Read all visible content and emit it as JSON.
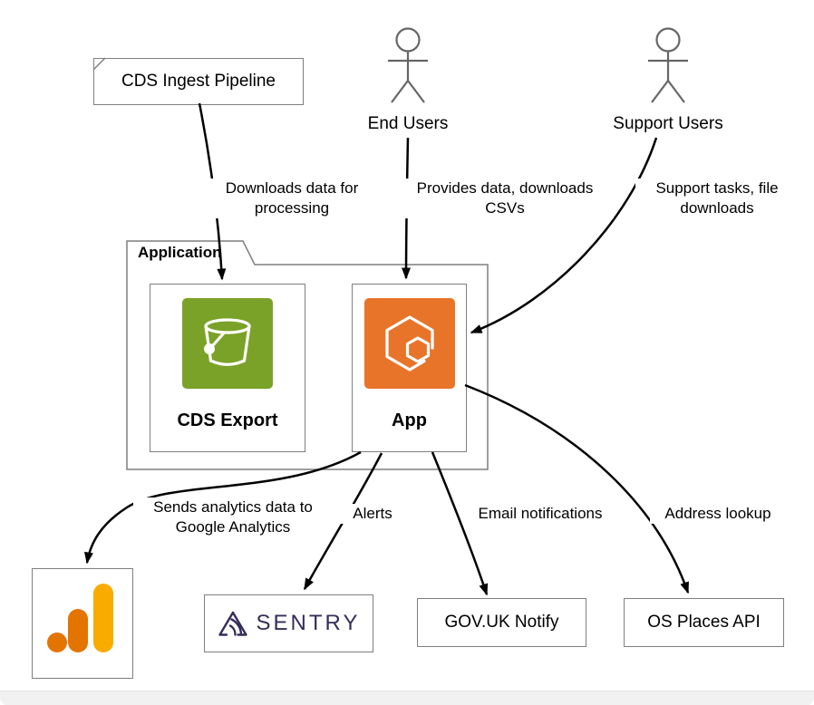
{
  "nodes": {
    "cds_ingest": {
      "label": "CDS Ingest Pipeline"
    },
    "end_users": {
      "label": "End Users",
      "icon": "person-icon"
    },
    "support_users": {
      "label": "Support Users",
      "icon": "person-icon"
    },
    "application": {
      "label": "Application"
    },
    "cds_export": {
      "label": "CDS Export",
      "icon": "s3-bucket-icon"
    },
    "app": {
      "label": "App",
      "icon": "container-service-icon"
    },
    "google_analytics": {
      "icon": "google-analytics-icon"
    },
    "sentry": {
      "label": "SENTRY",
      "icon": "sentry-logo-icon"
    },
    "govuk_notify": {
      "label": "GOV.UK Notify"
    },
    "os_places": {
      "label": "OS Places API"
    }
  },
  "edges": {
    "ingest_to_export": {
      "label": "Downloads data for\nprocessing"
    },
    "endusers_to_app": {
      "label": "Provides data, downloads\nCSVs"
    },
    "support_to_app": {
      "label": "Support tasks, file\ndownloads"
    },
    "app_to_analytics": {
      "label": "Sends analytics data to\nGoogle Analytics"
    },
    "app_to_sentry": {
      "label": "Alerts"
    },
    "app_to_notify": {
      "label": "Email notifications"
    },
    "app_to_osplaces": {
      "label": "Address lookup"
    }
  },
  "colors": {
    "s3_green": "#7aa228",
    "app_orange": "#e8742a",
    "ga_amber": "#f9ab00",
    "ga_orange": "#e37400",
    "sentry_purple": "#362d59",
    "box_border_gray": "#7f7f7f",
    "actor_gray": "#666666",
    "arrow_black": "#000000"
  }
}
